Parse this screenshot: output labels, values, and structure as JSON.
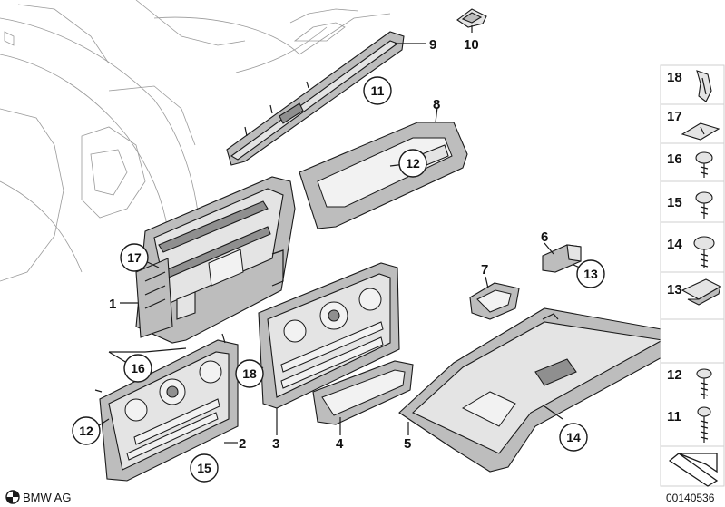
{
  "callouts": [
    {
      "id": "c1",
      "label": "1",
      "circled": false
    },
    {
      "id": "c2",
      "label": "2",
      "circled": false
    },
    {
      "id": "c3",
      "label": "3",
      "circled": false
    },
    {
      "id": "c4",
      "label": "4",
      "circled": false
    },
    {
      "id": "c5",
      "label": "5",
      "circled": false
    },
    {
      "id": "c6",
      "label": "6",
      "circled": false
    },
    {
      "id": "c7",
      "label": "7",
      "circled": false
    },
    {
      "id": "c8",
      "label": "8",
      "circled": false
    },
    {
      "id": "c9",
      "label": "9",
      "circled": false
    },
    {
      "id": "c10",
      "label": "10",
      "circled": false
    },
    {
      "id": "c11",
      "label": "11",
      "circled": true
    },
    {
      "id": "c12a",
      "label": "12",
      "circled": true
    },
    {
      "id": "c12b",
      "label": "12",
      "circled": true
    },
    {
      "id": "c13",
      "label": "13",
      "circled": true
    },
    {
      "id": "c14",
      "label": "14",
      "circled": true
    },
    {
      "id": "c15",
      "label": "15",
      "circled": true
    },
    {
      "id": "c16",
      "label": "16",
      "circled": true
    },
    {
      "id": "c17",
      "label": "17",
      "circled": true
    },
    {
      "id": "c18",
      "label": "18",
      "circled": true
    }
  ],
  "side_parts": [
    "18",
    "17",
    "16",
    "15",
    "14",
    "13",
    "12",
    "11"
  ],
  "footer": {
    "brand": "BMW AG",
    "diagram_number": "00140536"
  }
}
